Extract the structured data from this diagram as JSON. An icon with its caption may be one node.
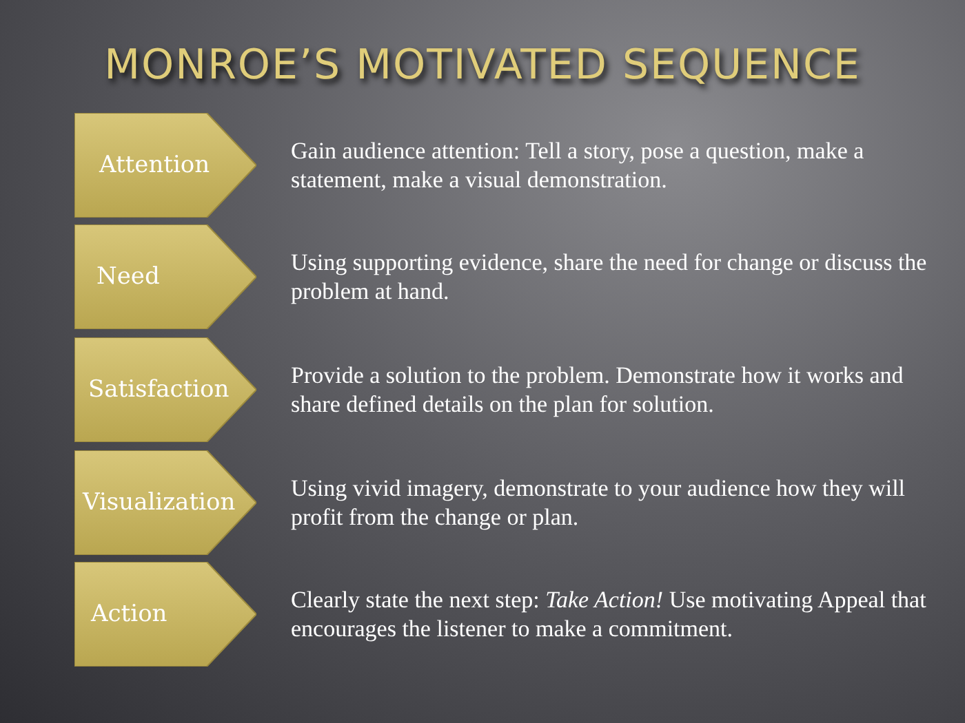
{
  "diagram": {
    "title": "MONROE’S MOTIVATED SEQUENCE",
    "nodes": [
      {
        "text": [
          "Attention"
        ],
        "beside": [
          "Gain audience attention: Tell a story, pose a question, make a statement,  make a visual demonstration."
        ]
      },
      {
        "text": [
          "Need"
        ],
        "beside": [
          "Using supporting evidence, share the need for change or discuss the problem at hand."
        ]
      },
      {
        "text": [
          "Satisfaction"
        ],
        "beside": [
          "Provide a solution to the problem.  Demonstrate how it works and share defined details on the plan for solution."
        ]
      },
      {
        "text": [
          "Visualization"
        ],
        "beside": [
          "Using vivid imagery, demonstrate to your audience how they will profit from the change or plan."
        ]
      },
      {
        "text": [
          "Action"
        ],
        "beside": [
          "Clearly state the next step: *Take Action!*  Use motivating Appeal that encourages the listener to make a commitment."
        ]
      }
    ]
  }
}
